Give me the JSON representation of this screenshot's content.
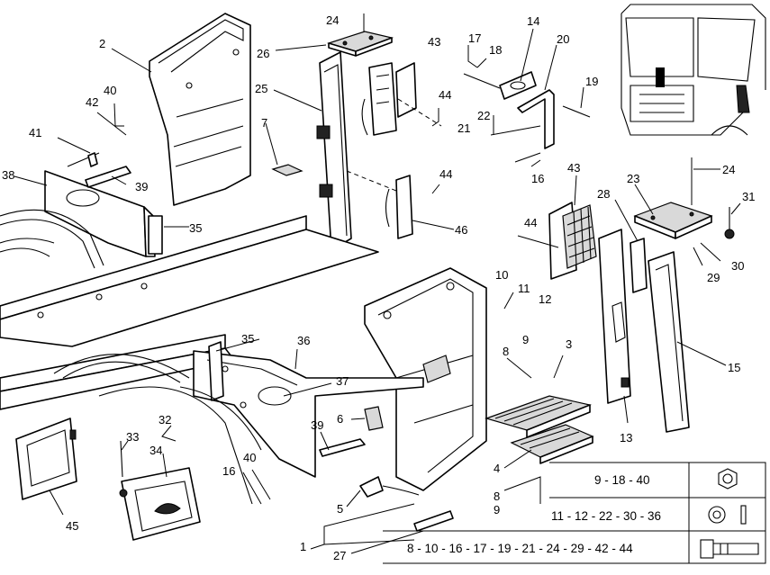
{
  "callouts": [
    {
      "id": "c24a",
      "text": "24"
    },
    {
      "id": "c26",
      "text": "26"
    },
    {
      "id": "c43a",
      "text": "43"
    },
    {
      "id": "c2",
      "text": "2"
    },
    {
      "id": "c25",
      "text": "25"
    },
    {
      "id": "c40a",
      "text": "40"
    },
    {
      "id": "c42",
      "text": "42"
    },
    {
      "id": "c41",
      "text": "41"
    },
    {
      "id": "c7",
      "text": "7"
    },
    {
      "id": "c38",
      "text": "38"
    },
    {
      "id": "c39a",
      "text": "39"
    },
    {
      "id": "c35a",
      "text": "35"
    },
    {
      "id": "c17",
      "text": "17"
    },
    {
      "id": "c18",
      "text": "18"
    },
    {
      "id": "c14",
      "text": "14"
    },
    {
      "id": "c20",
      "text": "20"
    },
    {
      "id": "c19",
      "text": "19"
    },
    {
      "id": "c44a",
      "text": "44"
    },
    {
      "id": "c22",
      "text": "22"
    },
    {
      "id": "c21",
      "text": "21"
    },
    {
      "id": "c16a",
      "text": "16"
    },
    {
      "id": "c44b",
      "text": "44"
    },
    {
      "id": "c46",
      "text": "46"
    },
    {
      "id": "c43b",
      "text": "43"
    },
    {
      "id": "c24b",
      "text": "24"
    },
    {
      "id": "c23",
      "text": "23"
    },
    {
      "id": "c31",
      "text": "31"
    },
    {
      "id": "c28",
      "text": "28"
    },
    {
      "id": "c44c",
      "text": "44"
    },
    {
      "id": "c29",
      "text": "29"
    },
    {
      "id": "c30",
      "text": "30"
    },
    {
      "id": "c10",
      "text": "10"
    },
    {
      "id": "c11",
      "text": "11"
    },
    {
      "id": "c12",
      "text": "12"
    },
    {
      "id": "c15",
      "text": "15"
    },
    {
      "id": "c8a",
      "text": "8"
    },
    {
      "id": "c9a",
      "text": "9"
    },
    {
      "id": "c3",
      "text": "3"
    },
    {
      "id": "c13",
      "text": "13"
    },
    {
      "id": "c35b",
      "text": "35"
    },
    {
      "id": "c36",
      "text": "36"
    },
    {
      "id": "c37",
      "text": "37"
    },
    {
      "id": "c6",
      "text": "6"
    },
    {
      "id": "c39b",
      "text": "39"
    },
    {
      "id": "c32",
      "text": "32"
    },
    {
      "id": "c33",
      "text": "33"
    },
    {
      "id": "c34",
      "text": "34"
    },
    {
      "id": "c40b",
      "text": "40"
    },
    {
      "id": "c16b",
      "text": "16"
    },
    {
      "id": "c45",
      "text": "45"
    },
    {
      "id": "c4",
      "text": "4"
    },
    {
      "id": "c8b",
      "text": "8"
    },
    {
      "id": "c9b",
      "text": "9"
    },
    {
      "id": "c5",
      "text": "5"
    },
    {
      "id": "c1",
      "text": "1"
    },
    {
      "id": "c27",
      "text": "27"
    }
  ],
  "legend": {
    "row1": {
      "label": "9 - 18 - 40",
      "icon": "hex-nut-icon"
    },
    "row2": {
      "label": "11 - 12 - 22 - 30 - 36",
      "icon": "washer-icon"
    },
    "row3": {
      "label": "8 - 10 - 16 - 17 - 19 - 21 - 24 - 29 - 42 - 44",
      "icon": "hex-bolt-icon"
    }
  }
}
